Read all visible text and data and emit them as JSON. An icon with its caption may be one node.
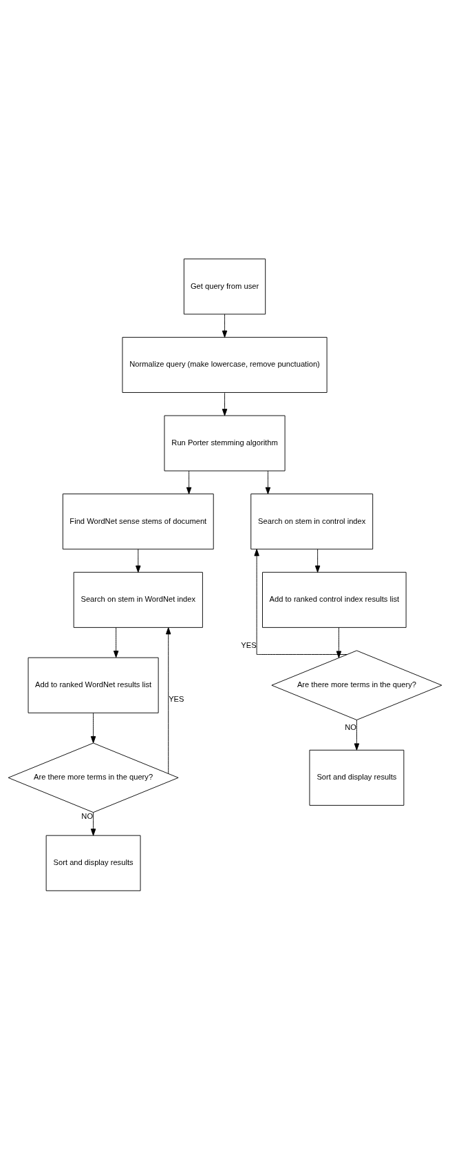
{
  "diagram": {
    "nodes": [
      {
        "text": [
          "Get query from user"
        ]
      },
      {
        "text": [
          "Normalize query (make lowercase, remove punctuation)"
        ]
      },
      {
        "text": [
          "Run Porter stemming algorithm"
        ]
      },
      {
        "text": [
          "Find WordNet sense stems of document"
        ]
      },
      {
        "text": [
          "Search on stem in control index"
        ]
      },
      {
        "text": [
          "Add to ranked control index results list"
        ]
      },
      {
        "text": [
          "Are there more terms in the query?"
        ]
      },
      {
        "text": [
          "Sort and display results"
        ]
      },
      {
        "text": [
          "Search on stem in WordNet index"
        ]
      },
      {
        "text": [
          "Add to ranked WordNet results list"
        ]
      },
      {
        "text": [
          "Are there more terms in the query?"
        ]
      },
      {
        "text": [
          "Sort and display results"
        ]
      }
    ],
    "edges": [
      {
        "from": 0,
        "to": 1,
        "arrow": "to"
      },
      {
        "from": 1,
        "to": 2,
        "arrow": "to"
      },
      {
        "from": 2,
        "to": 4,
        "arrow": "to"
      },
      {
        "from": 2,
        "to": 3,
        "arrow": "to"
      },
      {
        "from": 3,
        "to": 8,
        "arrow": "to"
      },
      {
        "from": 4,
        "to": 5,
        "arrow": "to"
      },
      {
        "from": 5,
        "to": 6,
        "arrow": "to"
      },
      {
        "from": 6,
        "to": 4,
        "arrow": "to",
        "label": "YES"
      },
      {
        "from": 6,
        "to": 7,
        "arrow": "to",
        "label": "NO"
      },
      {
        "from": 8,
        "to": 9,
        "arrow": "to"
      },
      {
        "from": 9,
        "to": 10,
        "arrow": "to"
      },
      {
        "from": 10,
        "to": 8,
        "arrow": "to",
        "label": "YES"
      },
      {
        "from": 10,
        "to": 11,
        "arrow": "to",
        "label": "NO"
      }
    ]
  }
}
